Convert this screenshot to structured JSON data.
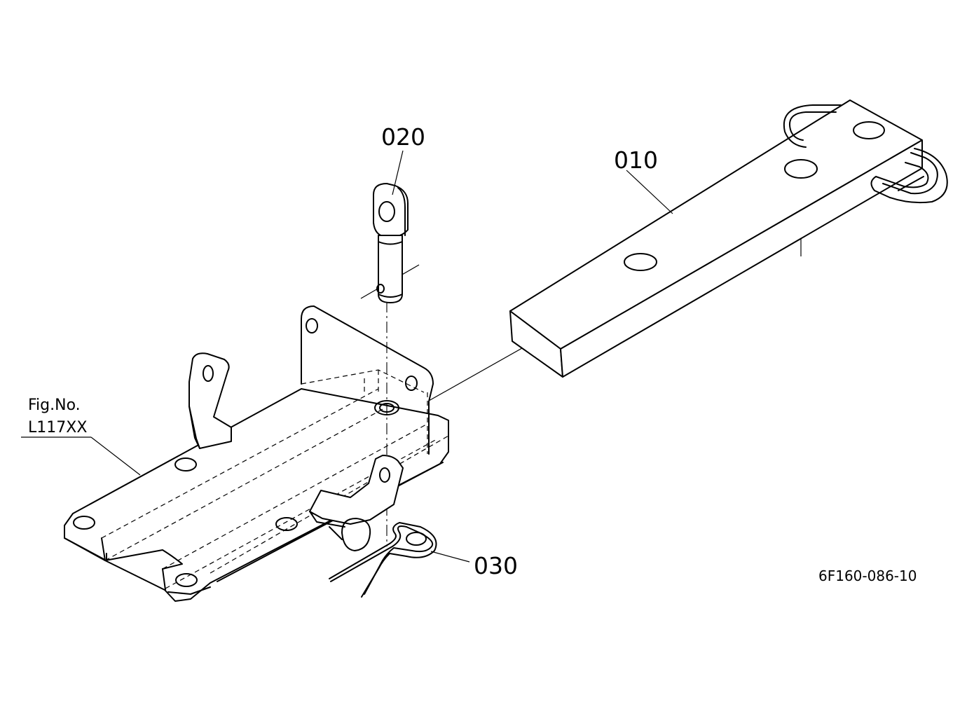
{
  "diagram": {
    "parts": [
      {
        "id": "part-010",
        "callout": "010"
      },
      {
        "id": "part-020",
        "callout": "020"
      },
      {
        "id": "part-030",
        "callout": "030"
      }
    ],
    "figure_reference": {
      "line1": "Fig.No.",
      "line2": "L117XX"
    },
    "drawing_number": "6F160-086-10"
  }
}
